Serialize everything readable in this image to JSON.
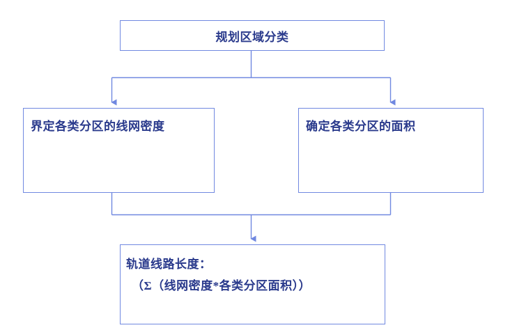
{
  "diagram": {
    "type": "flowchart",
    "orientation": "top-down",
    "line_color": "#7088e0",
    "text_color": "#2a3a8c",
    "background": "#ffffff",
    "nodes": {
      "title": {
        "label": "规划区域分类"
      },
      "left": {
        "label": "界定各类分区的线网密度"
      },
      "right": {
        "label": "确定各类分区的面积"
      },
      "result": {
        "line1": "轨道线路长度：",
        "line2": "（Σ（线网密度*各类分区面积））"
      }
    }
  }
}
